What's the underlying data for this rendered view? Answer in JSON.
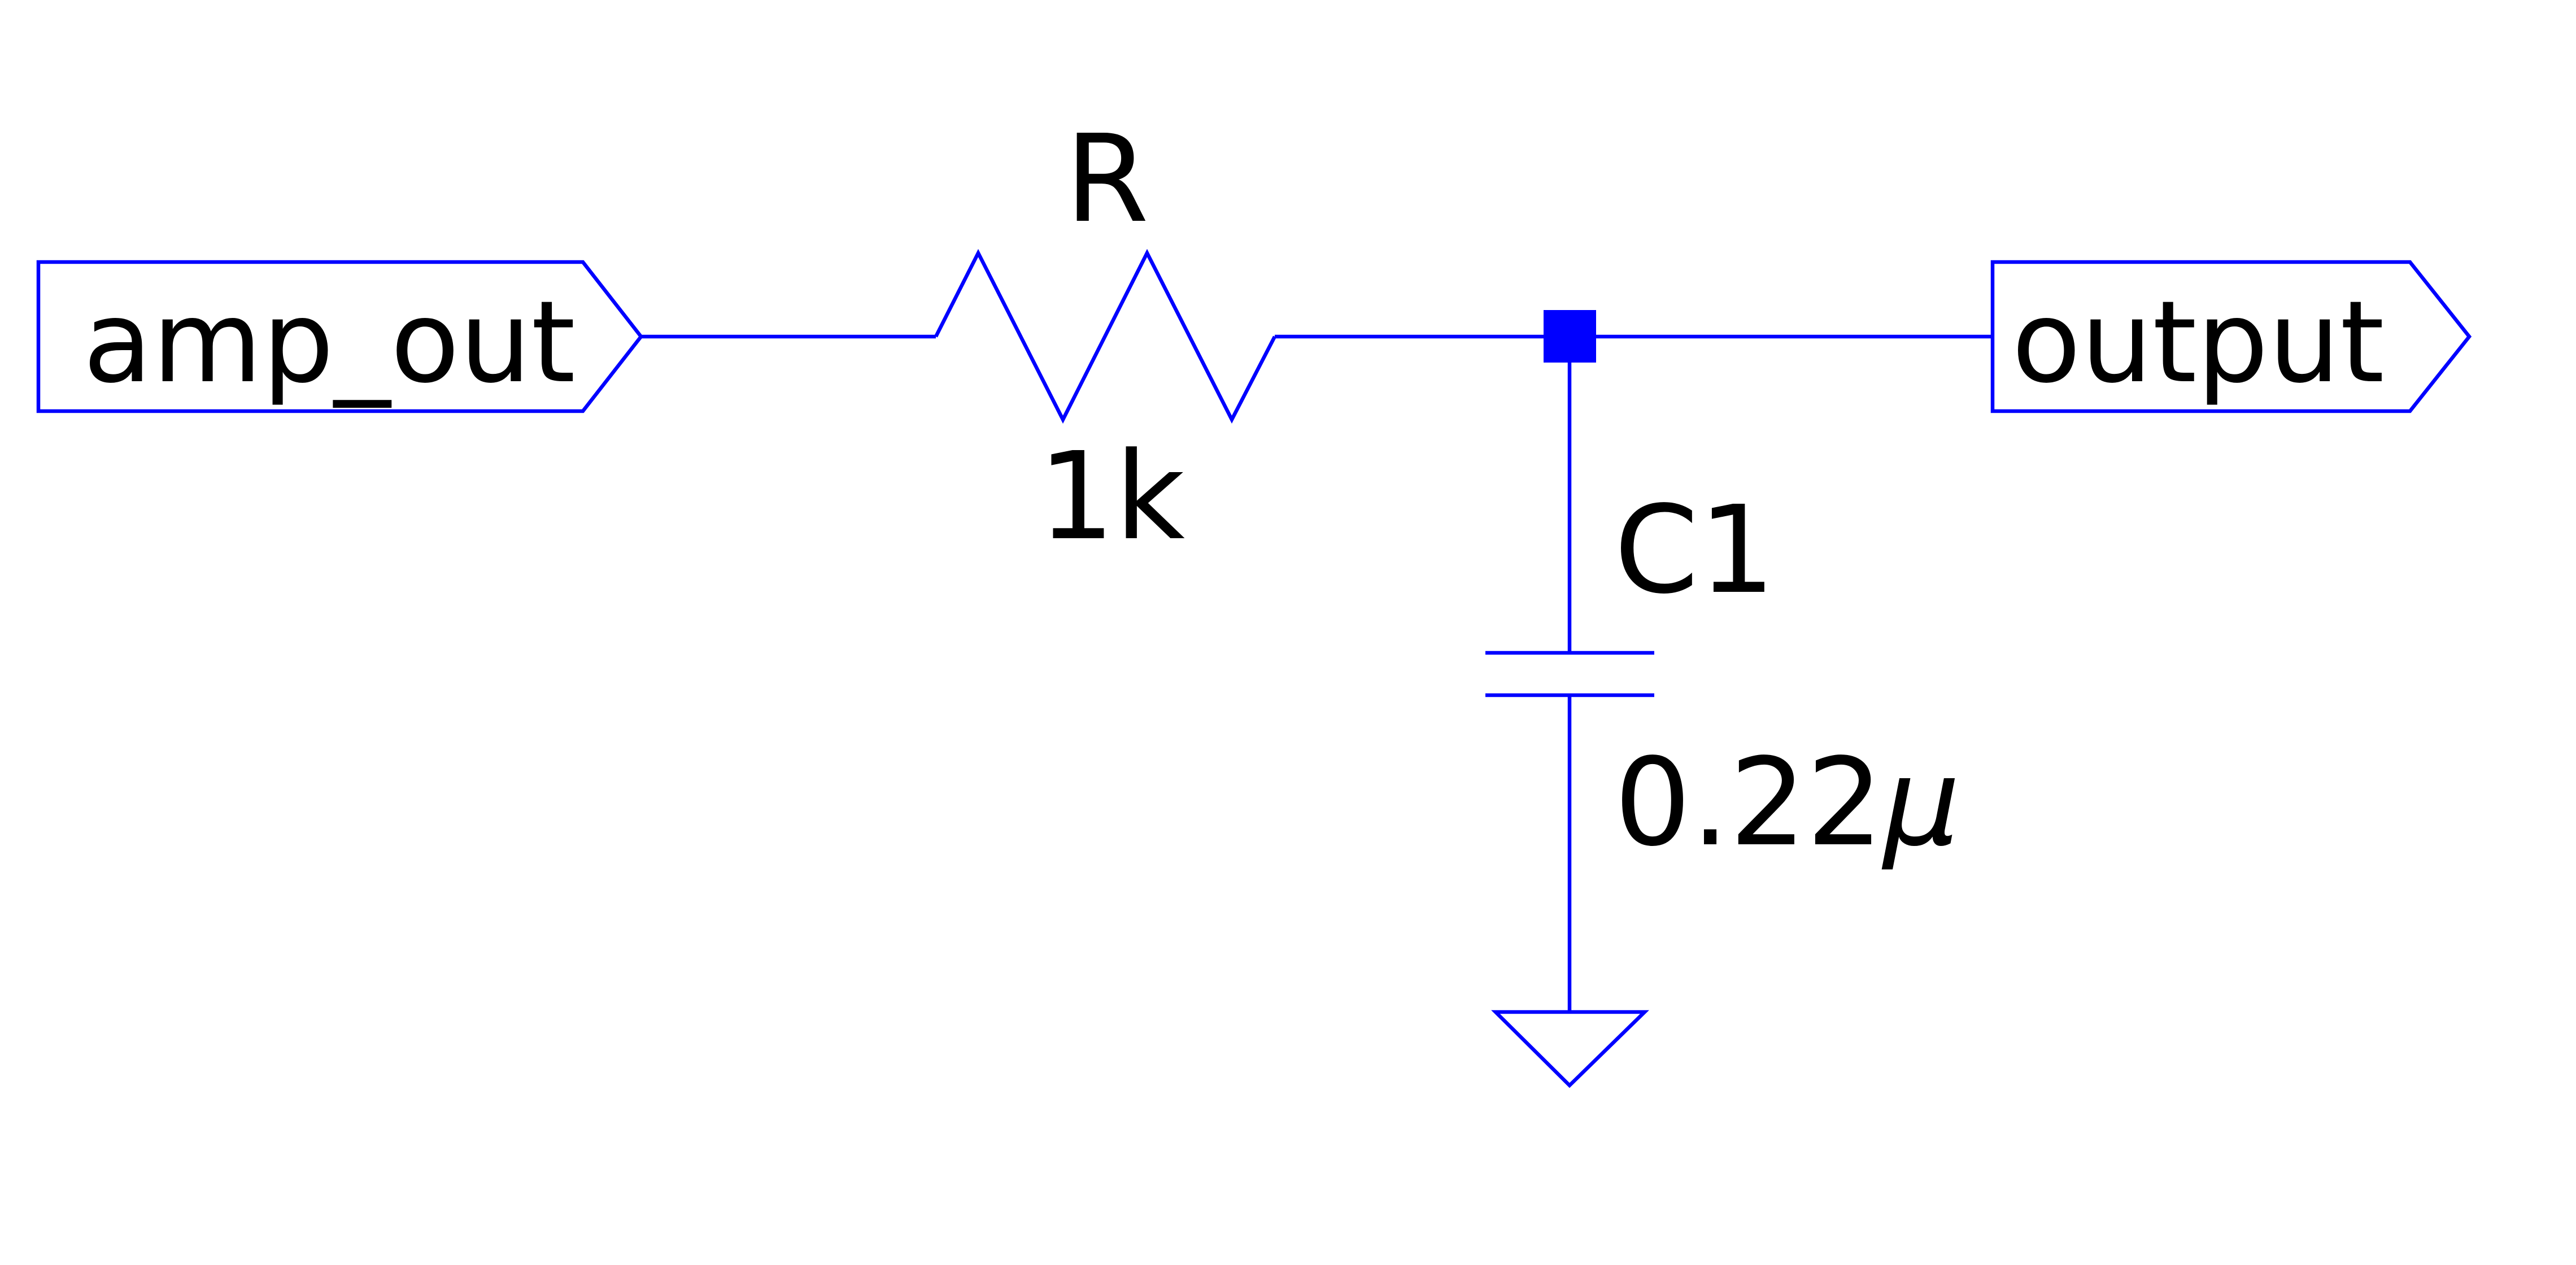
{
  "diagram": {
    "type": "schematic",
    "title": "RC low-pass filter",
    "colors": {
      "wire": "#0000FF",
      "text": "#000000",
      "background": "#FFFFFF"
    },
    "ports": {
      "input": {
        "name": "amp_out",
        "direction": "output-flag"
      },
      "output": {
        "name": "output",
        "direction": "output-flag"
      }
    },
    "components": {
      "resistor": {
        "ref": "R",
        "value": "1k"
      },
      "capacitor": {
        "ref": "C1",
        "value_number": "0.22",
        "value_unit": "μ"
      }
    },
    "nodes": {
      "junction": "junction-node",
      "ground": "ground"
    },
    "connections": [
      [
        "amp_out",
        "R"
      ],
      [
        "R",
        "output"
      ],
      [
        "R",
        "C1"
      ],
      [
        "C1",
        "ground"
      ]
    ]
  }
}
